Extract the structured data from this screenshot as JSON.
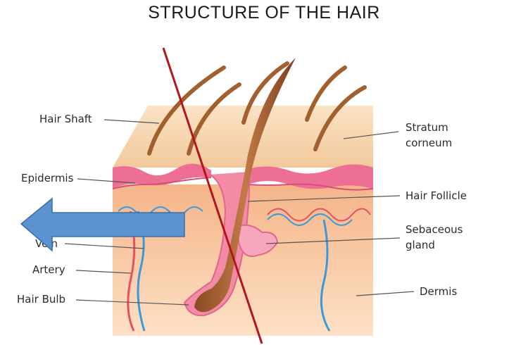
{
  "title": "STRUCTURE OF THE HAIR",
  "labels": {
    "hair_shaft": "Hair Shaft",
    "epidermis": "Epidermis",
    "vein": "Vein",
    "artery": "Artery",
    "hair_bulb": "Hair Bulb",
    "stratum_corneum_1": "Stratum",
    "stratum_corneum_2": "corneum",
    "hair_follicle": "Hair Follicle",
    "sebaceous_1": "Sebaceous",
    "sebaceous_2": "gland",
    "dermis": "Dermis"
  },
  "colors": {
    "skin_top": "#f7d9b5",
    "epidermis": "#ee6f94",
    "dermis": "#f9c9a2",
    "hair": "#b06a3b",
    "vein": "#3a9ad9",
    "artery": "#e8505b",
    "arrow": "#5b93d1",
    "annotation_line": "#b3151b"
  }
}
